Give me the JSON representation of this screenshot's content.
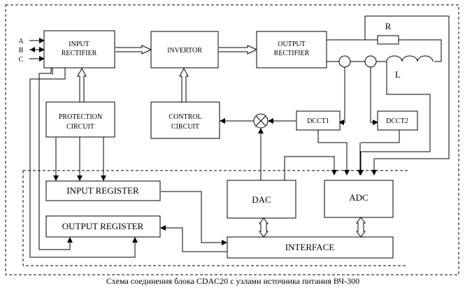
{
  "diagram": {
    "caption": "Схема соединения блока CDAC20 с узлами источника питания ВЧ-300",
    "phases": [
      "A",
      "B",
      "C"
    ],
    "blocks": {
      "input_rectifier": [
        "INPUT",
        "RECTIFIER"
      ],
      "invertor": "INVERTOR",
      "output_rectifier": [
        "OUTPUT",
        "RECTIFIER"
      ],
      "protection_circuit": [
        "PROTECTION",
        "CIRCUIT"
      ],
      "control_circuit": [
        "CONTROL",
        "CIRCUIT"
      ],
      "dcct1": "DCCT1",
      "dcct2": "DCCT2",
      "input_register": "INPUT  REGISTER",
      "output_register": "OUTPUT  REGISTER",
      "dac": "DAC",
      "adc": "ADC",
      "interface": "INTERFACE"
    },
    "components": {
      "resistor": "R",
      "inductor": "L"
    }
  }
}
